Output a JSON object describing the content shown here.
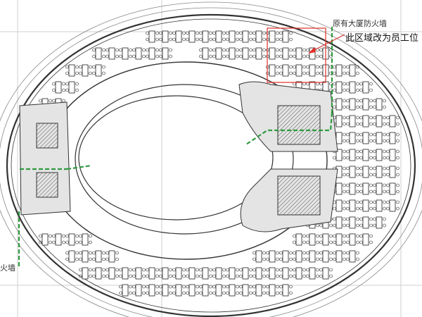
{
  "annotations": {
    "original_firewall": "原有大厦防火墙",
    "change_note": "此区域改为员工位",
    "left_firewall_fragment": "火墙"
  },
  "colors": {
    "markup_red": "#e0302a",
    "firewall_green": "#2f9a3f",
    "linework": "#222222",
    "grid": "#c8c8c8"
  }
}
